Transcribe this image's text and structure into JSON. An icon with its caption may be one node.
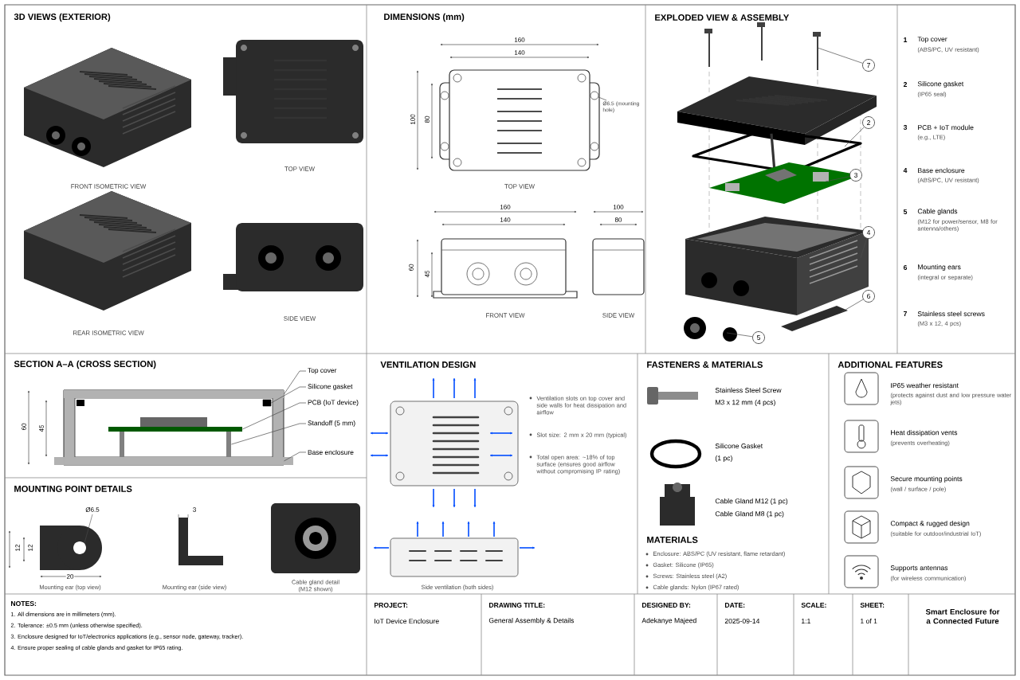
{
  "diagram": {
    "nodes": [
      {
        "text": [
          "Top cover"
        ]
      },
      {
        "text": [
          "Silicone gasket"
        ]
      },
      {
        "text": [
          "PCB (IoT device)"
        ]
      },
      {
        "text": [
          "Standoff (5 mm)"
        ]
      },
      {
        "text": [
          "Base enclosure"
        ]
      },
      {
        "text": [
          "Ø6.5 (mounting hole)"
        ]
      },
      {
        "text": [
          "7"
        ]
      },
      {
        "text": [
          "2"
        ]
      },
      {
        "text": [
          "3"
        ]
      },
      {
        "text": [
          "4"
        ]
      },
      {
        "text": [
          "6"
        ]
      },
      {
        "text": [
          "5"
        ]
      },
      {
        "text": [],
        "shape": "bar"
      },
      {
        "text": [],
        "shape": "box"
      },
      {
        "text": [],
        "shape": "bar"
      },
      {
        "text": [],
        "shape": "bar"
      },
      {
        "text": [],
        "shape": "bar"
      },
      {
        "text": [],
        "shape": "circle"
      }
    ],
    "edges": [
      {
        "from": 0,
        "to": 12,
        "arrow": "none"
      },
      {
        "from": 1,
        "to": 13,
        "arrow": "none"
      },
      {
        "from": 2,
        "to": 14,
        "arrow": "none"
      },
      {
        "from": 3,
        "to": 15,
        "arrow": "none"
      },
      {
        "from": 4,
        "to": 16,
        "arrow": "none"
      },
      {
        "from": 5,
        "to": 17,
        "arrow": "none"
      },
      {
        "from": 6,
        "to": null,
        "arrow": "none"
      },
      {
        "from": 7,
        "to": null,
        "arrow": "none"
      },
      {
        "from": 8,
        "to": null,
        "arrow": "none"
      },
      {
        "from": 9,
        "to": null,
        "arrow": "none"
      },
      {
        "from": 10,
        "to": null,
        "arrow": "none"
      },
      {
        "from": 11,
        "to": null,
        "arrow": "none"
      }
    ],
    "labels": [
      "3D VIEWS (EXTERIOR)",
      "FRONT ISOMETRIC VIEW",
      "TOP VIEW",
      "REAR ISOMETRIC VIEW",
      "SIDE VIEW",
      "DIMENSIONS (mm)",
      "160",
      "140",
      "100",
      "80",
      "TOP VIEW",
      "160",
      "140",
      "60",
      "45",
      "FRONT VIEW",
      "100",
      "80",
      "SIDE VIEW",
      "EXPLODED VIEW & ASSEMBLY",
      "1",
      "Top cover",
      "(ABS/PC, UV resistant)",
      "2",
      "Silicone gasket",
      "(IP65 seal)",
      "3",
      "PCB + IoT module",
      "(e.g., LTE)",
      "4",
      "Base enclosure",
      "(ABS/PC, UV resistant)",
      "5",
      "Cable glands",
      "(M12 for power/sensor, M8 for antenna/others)",
      "6",
      "Mounting ears",
      "(integral or separate)",
      "7",
      "Stainless steel screws",
      "(M3 x 12, 4 pcs)",
      "SECTION A–A (CROSS SECTION)",
      "60",
      "45",
      "MOUNTING POINT DETAILS",
      "Ø6.5",
      "12",
      "12",
      "20",
      "Mounting ear (top view)",
      "3",
      "Mounting ear (side view)",
      "Cable gland detail (M12 shown)",
      "VENTILATION DESIGN",
      "Ventilation slots on top cover and side walls for heat dissipation and airflow",
      "Slot size: 2 mm x 20 mm (typical)",
      "Total open area: ~18% of top surface (ensures good airflow without compromising IP rating)",
      "Side ventilation (both sides)",
      "FASTENERS & MATERIALS",
      "Stainless Steel Screw",
      "M3 x 12 mm (4 pcs)",
      "Silicone Gasket",
      "(1 pc)",
      "Cable Gland M12 (1 pc)",
      "Cable Gland M8 (1 pc)",
      "MATERIALS",
      "Enclosure:  ABS/PC (UV resistant, flame retardant)",
      "Gasket: Silicone (IP65)",
      "Screws: Stainless steel (A2)",
      "Cable glands: Nylon (IP67 rated)",
      "ADDITIONAL FEATURES",
      "IP65 weather resistant",
      "(protects against dust and low pressure water jets)",
      "Heat dissipation vents",
      "(prevents overheating)",
      "Secure mounting points",
      "(wall / surface / pole)",
      "Compact & rugged design",
      "(suitable for outdoor/industrial IoT)",
      "Supports antennas",
      "(for wireless communication)",
      "NOTES:",
      "1. All dimensions are in millimeters (mm).",
      "2. Tolerance: ±0.5 mm (unless otherwise specified).",
      "3. Enclosure designed for IoT/electronics applications (e.g., sensor node, gateway, tracker).",
      "4. Ensure proper sealing of cable glands and gasket for IP65 rating.",
      "PROJECT:",
      "IoT Device Enclosure",
      "DRAWING TITLE:",
      "General Assembly & Details",
      "DESIGNED BY:",
      "Adekanye Majeed",
      "DATE:",
      "2025-09-14",
      "SCALE:",
      "1:1",
      "SHEET:",
      "1 of 1",
      "Smart Enclosure for a Connected Future"
    ]
  }
}
